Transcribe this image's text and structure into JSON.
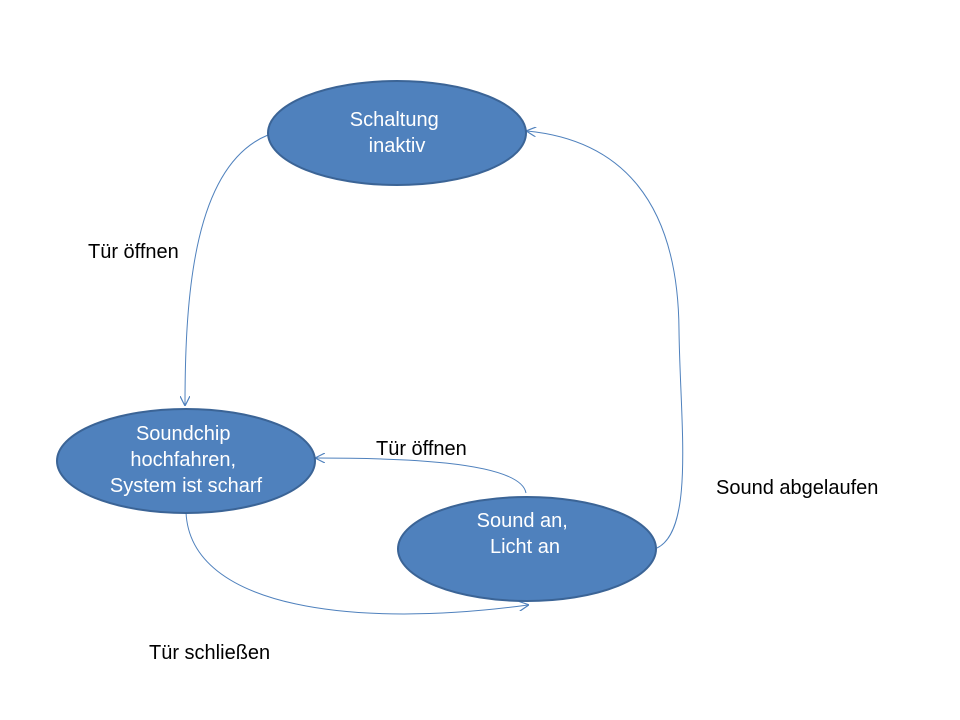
{
  "colors": {
    "node_fill": "#4f81bd",
    "node_stroke": "#3b6496",
    "edge_stroke": "#4f81bd",
    "node_text": "#ffffff",
    "label_text": "#000000"
  },
  "nodes": {
    "schaltung_inaktiv": {
      "lines": [
        "Schaltung",
        "inaktiv"
      ]
    },
    "soundchip": {
      "lines": [
        "Soundchip",
        "hochfahren,",
        "System ist scharf"
      ]
    },
    "sound_an": {
      "lines": [
        "Sound an,",
        "Licht an"
      ]
    }
  },
  "edges": {
    "inaktiv_to_soundchip": {
      "label": "Tür öffnen"
    },
    "soundchip_to_sound": {
      "label": "Tür schließen"
    },
    "sound_to_soundchip": {
      "label": "Tür öffnen"
    },
    "sound_to_inaktiv": {
      "label": "Sound abgelaufen"
    }
  }
}
